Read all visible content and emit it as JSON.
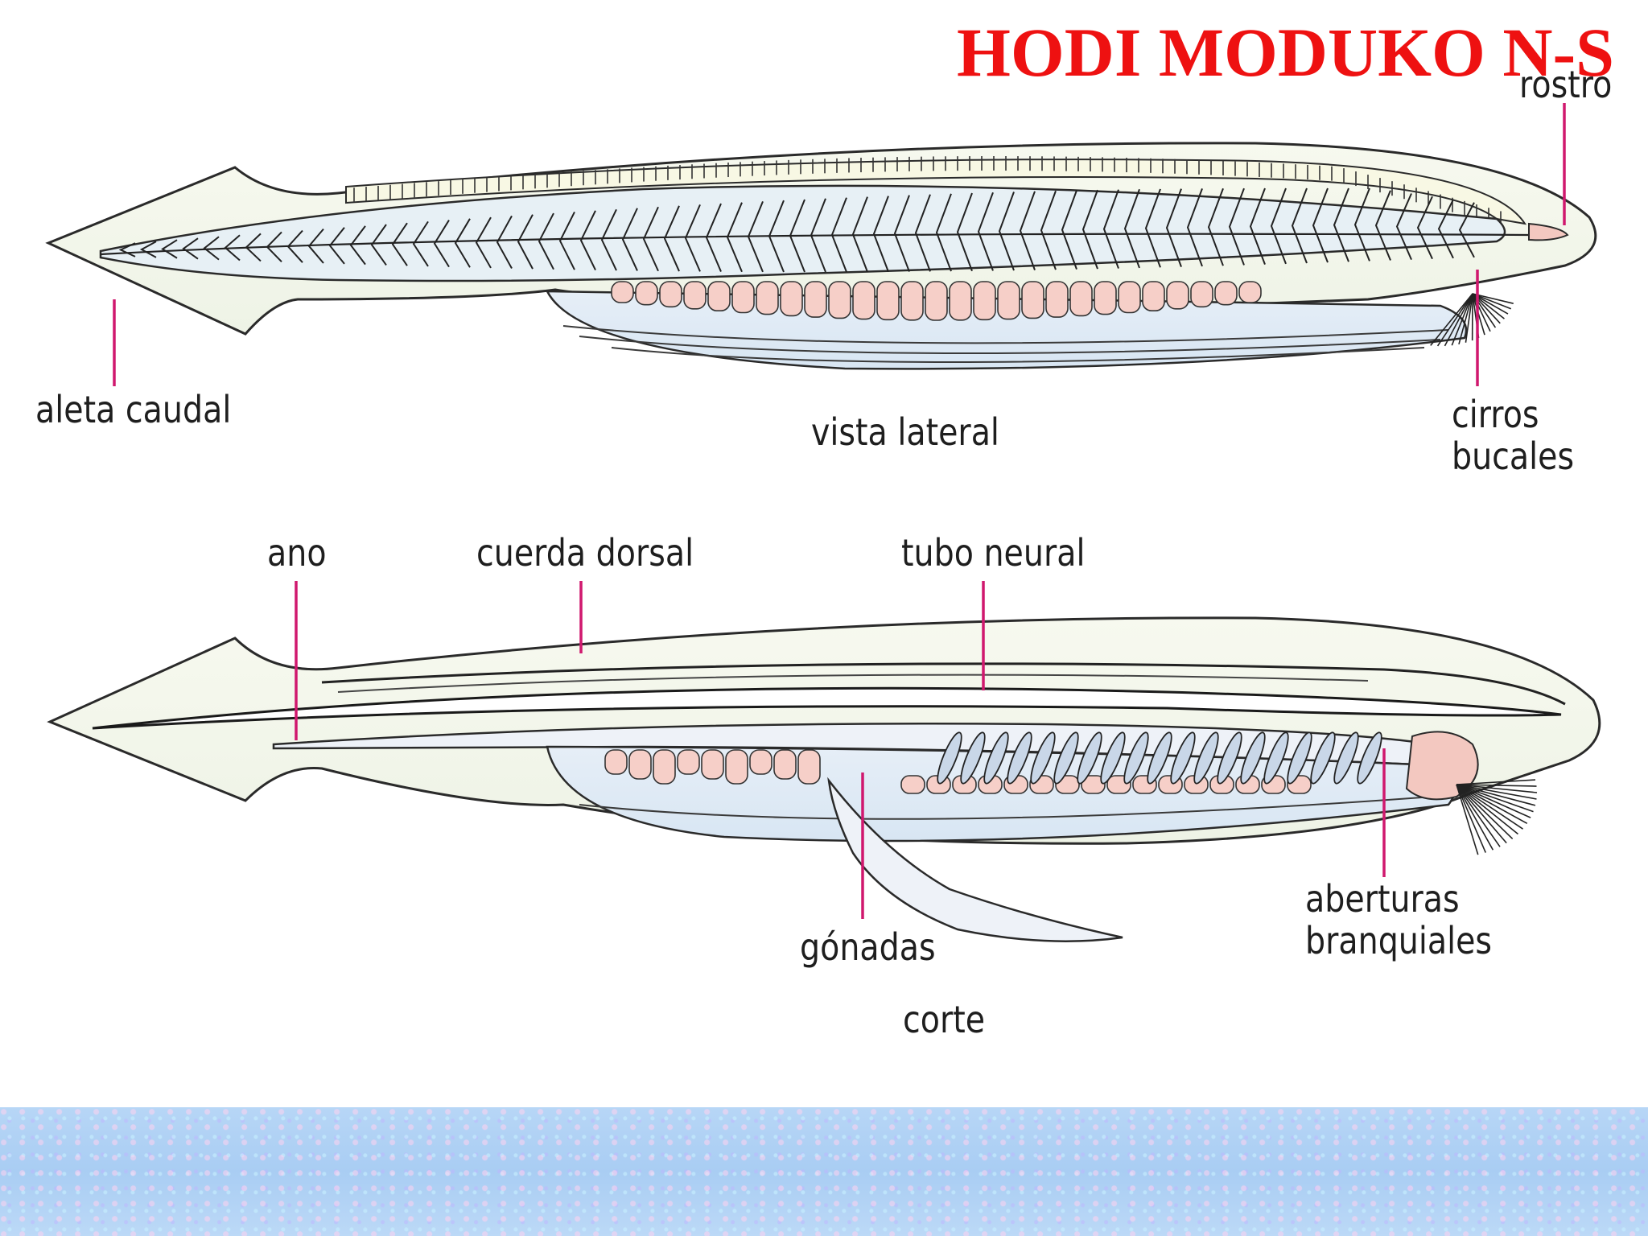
{
  "title": "HODI MODUKO N-S",
  "colors": {
    "title": "#ee1111",
    "leader": "#d0186e",
    "body_fill": "#f2f6ec",
    "outline": "#2a2a2a",
    "gonad": "#f6cfc8",
    "gill_slit": "#c9d7e8",
    "bottom_band": "#b7d6f6"
  },
  "top_view": {
    "caption": "vista lateral",
    "labels": {
      "rostro": "rostro",
      "aleta_caudal": "aleta caudal",
      "cirros_bucales": [
        "cirros",
        "bucales"
      ]
    }
  },
  "bottom_view": {
    "caption": "corte",
    "labels": {
      "ano": "ano",
      "cuerda_dorsal": "cuerda dorsal",
      "tubo_neural": "tubo neural",
      "gonadas": "gónadas",
      "aberturas_branquiales": [
        "aberturas",
        "branquiales"
      ]
    }
  }
}
